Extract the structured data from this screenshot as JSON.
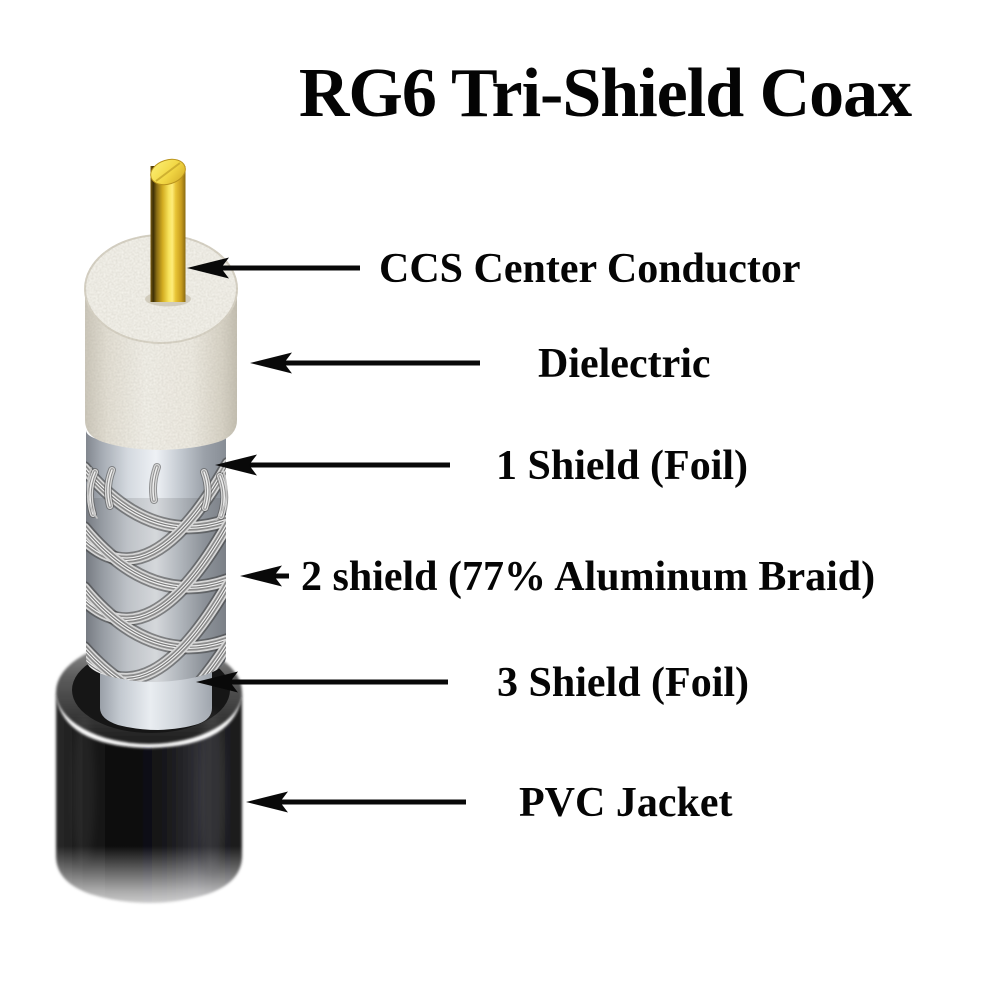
{
  "title": {
    "text": "RG6 Tri-Shield Coax"
  },
  "labels": [
    {
      "name": "ccs-center-conductor",
      "text": "CCS Center Conductor"
    },
    {
      "name": "dielectric",
      "text": "Dielectric"
    },
    {
      "name": "shield-1-foil",
      "text": "1 Shield (Foil)"
    },
    {
      "name": "shield-2-braid",
      "text": "2 shield (77% Aluminum Braid)"
    },
    {
      "name": "shield-3-foil",
      "text": "3 Shield (Foil)"
    },
    {
      "name": "pvc-jacket",
      "text": "PVC Jacket"
    }
  ],
  "colors": {
    "background": "#ffffff",
    "text": "#050505",
    "arrow": "#090909",
    "conductor_gold": "#f2d744",
    "dielectric_foam": "#f4f1e8",
    "foil_gray": "#d4d9df",
    "braid_silver": "#d6d6d6",
    "jacket_black": "#141414"
  }
}
